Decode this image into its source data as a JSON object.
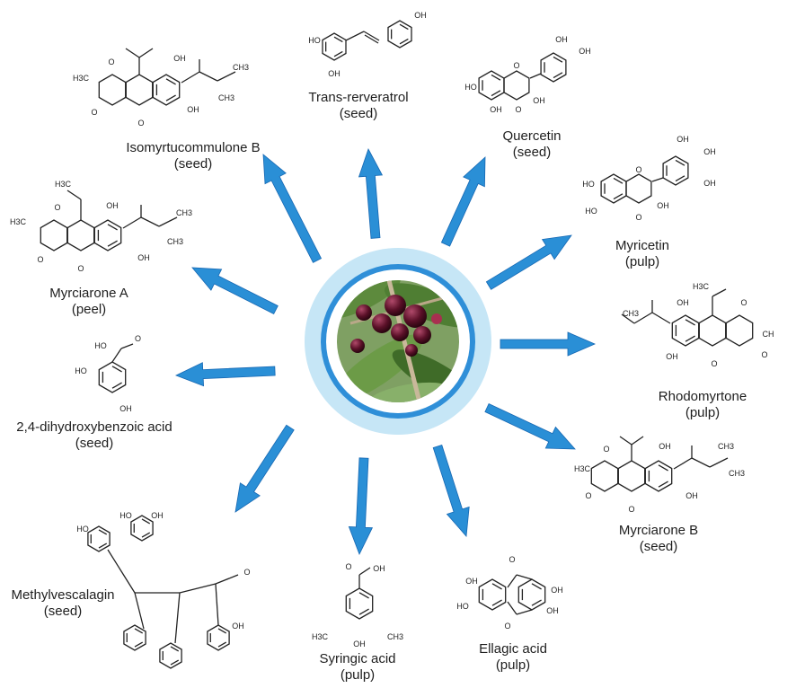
{
  "center": {
    "image_label": ""
  },
  "compounds": [
    {
      "id": "isomyrtucommulone-b",
      "name": "Isomyrtucommulone B",
      "source": "(seed)"
    },
    {
      "id": "trans-resveratrol",
      "name": "Trans-rerveratrol",
      "source": "(seed)"
    },
    {
      "id": "quercetin",
      "name": "Quercetin",
      "source": "(seed)"
    },
    {
      "id": "myricetin",
      "name": "Myricetin",
      "source": "(pulp)"
    },
    {
      "id": "myrciarone-a",
      "name": "Myrciarone A",
      "source": "(peel)"
    },
    {
      "id": "rhodomyrtone",
      "name": "Rhodomyrtone",
      "source": "(pulp)"
    },
    {
      "id": "dihydroxybenzoic",
      "name": "2,4-dihydroxybenzoic acid",
      "source": "(seed)"
    },
    {
      "id": "myrciarone-b",
      "name": "Myrciarone B",
      "source": "(seed)"
    },
    {
      "id": "methylvescalagin",
      "name": "Methylvescalagin",
      "source": "(seed)"
    },
    {
      "id": "syringic",
      "name": "Syringic acid",
      "source": "(pulp)"
    },
    {
      "id": "ellagic",
      "name": "Ellagic acid",
      "source": "(pulp)"
    }
  ],
  "atoms": {
    "oh": "OH",
    "ho": "HO",
    "o": "O",
    "h3c": "H3C",
    "ch3": "CH3",
    "ch": "CH"
  },
  "colors": {
    "arrow": "#2a8fd6",
    "arrow_dark": "#1768b3",
    "ring_outer": "#bfe3f5",
    "ring_mid": "#2f8fd8",
    "ring_inner": "#ffffff"
  }
}
